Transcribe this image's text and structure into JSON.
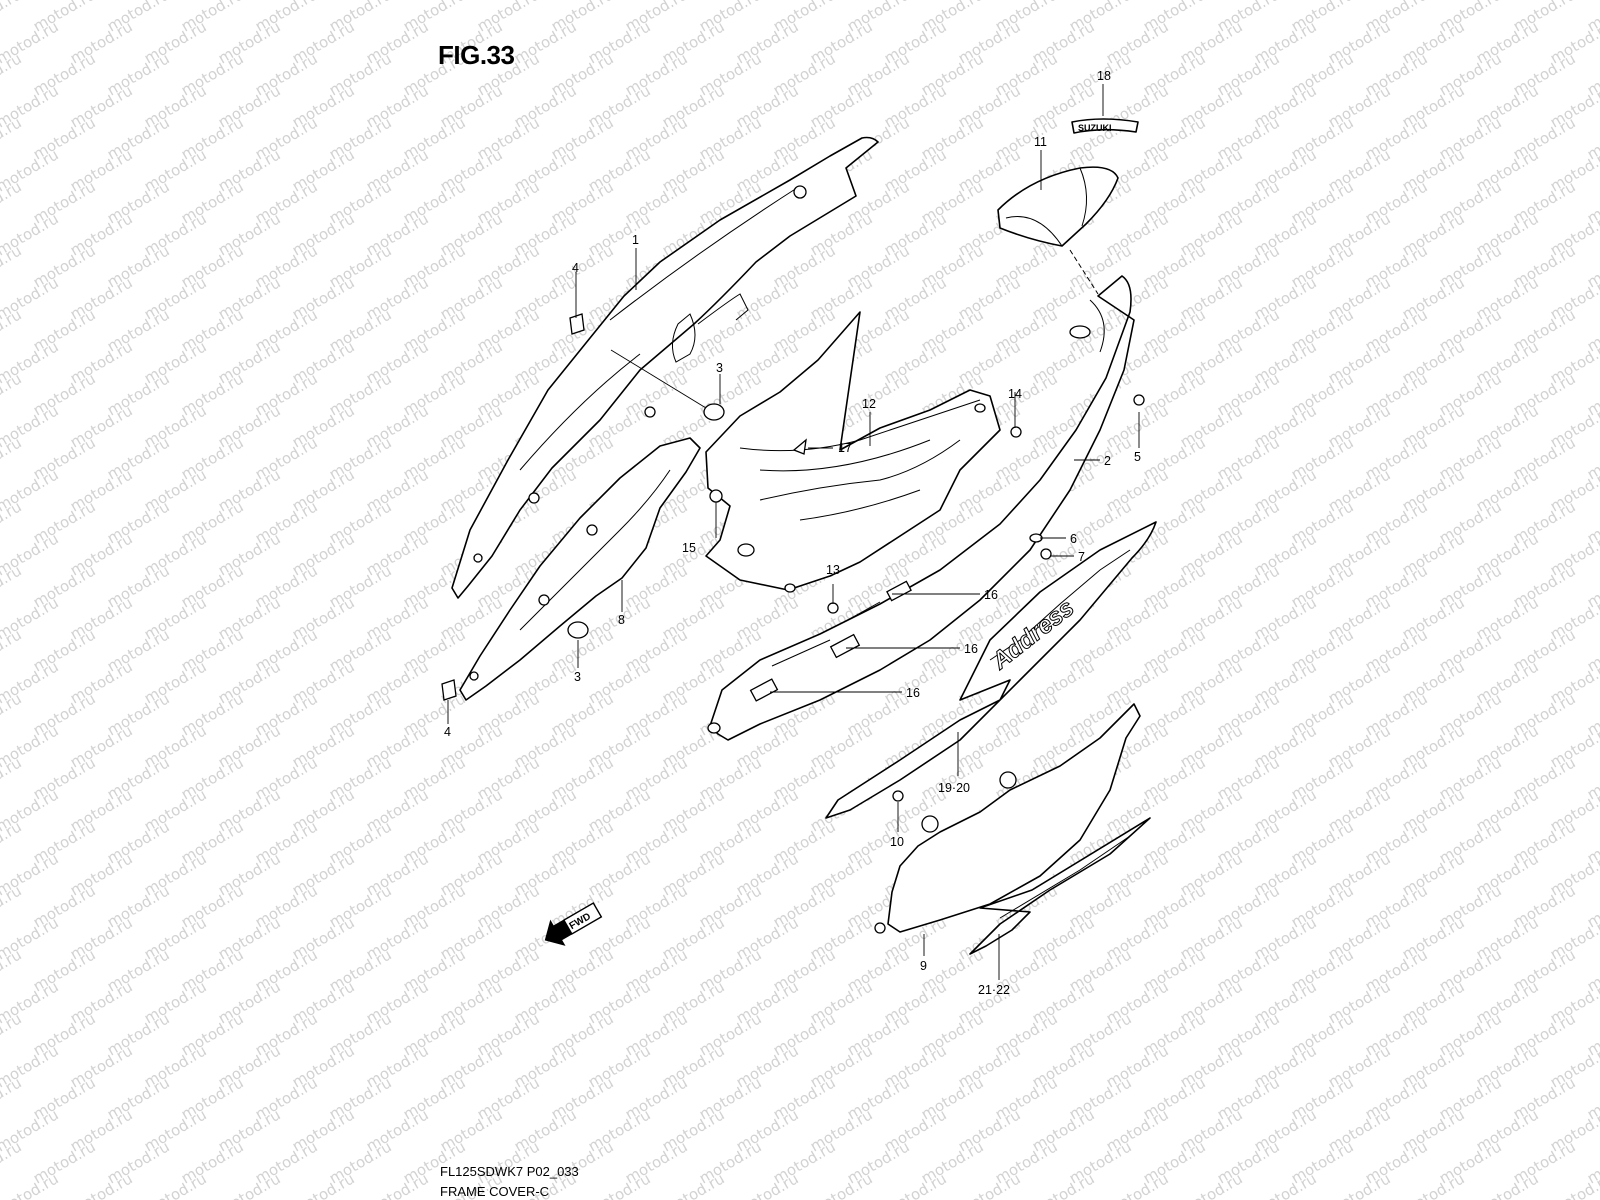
{
  "figure": {
    "title": "FIG.33",
    "drawing_code": "FL125SDWK7 P02_033",
    "drawing_name": "FRAME COVER-C"
  },
  "watermark": {
    "text": "motod.ru",
    "color": "#d2d2d2"
  },
  "callouts": [
    "18",
    "11",
    "1",
    "4",
    "3",
    "12",
    "17",
    "14",
    "5",
    "2",
    "15",
    "13",
    "6",
    "7",
    "8",
    "3",
    "4",
    "16",
    "16",
    "16",
    "19·20",
    "10",
    "9",
    "21·22"
  ],
  "decals": {
    "brand": "SUZUKI",
    "model": "Address"
  },
  "direction_arrow": {
    "label": "FWD"
  }
}
